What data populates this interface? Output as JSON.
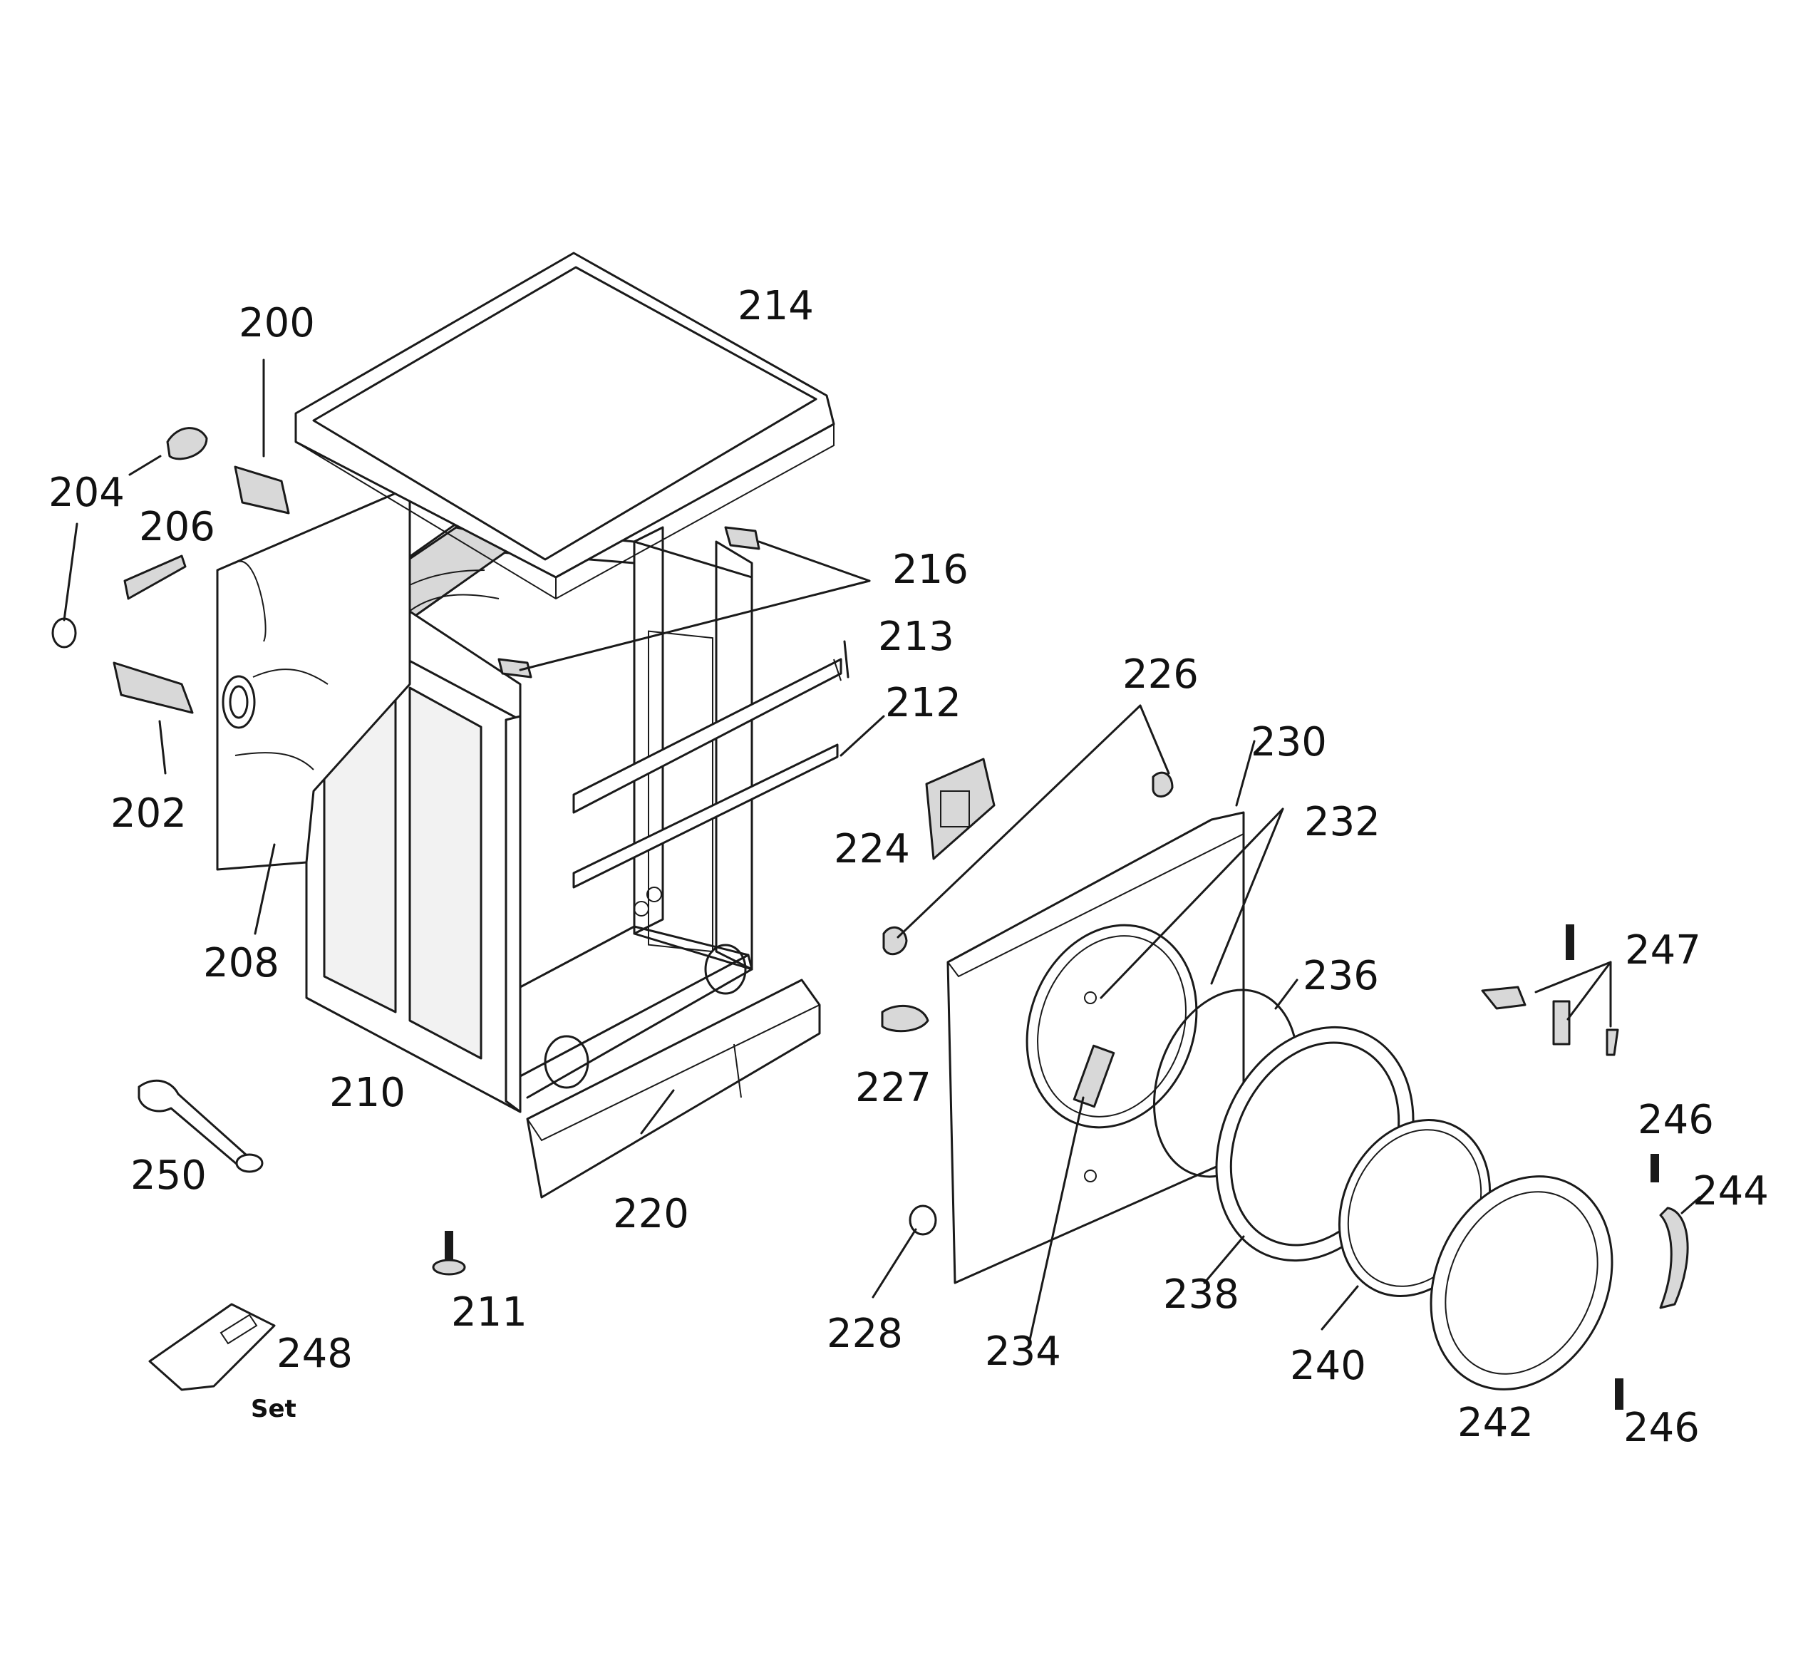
{
  "diagram": {
    "part_labels": [
      "200",
      "202",
      "204",
      "206",
      "208",
      "210",
      "211",
      "212",
      "213",
      "214",
      "216",
      "220",
      "224",
      "226",
      "227",
      "228",
      "230",
      "232",
      "234",
      "236",
      "238",
      "240",
      "242",
      "244",
      "246",
      "246",
      "247",
      "248",
      "250"
    ],
    "set_label": "Set"
  }
}
